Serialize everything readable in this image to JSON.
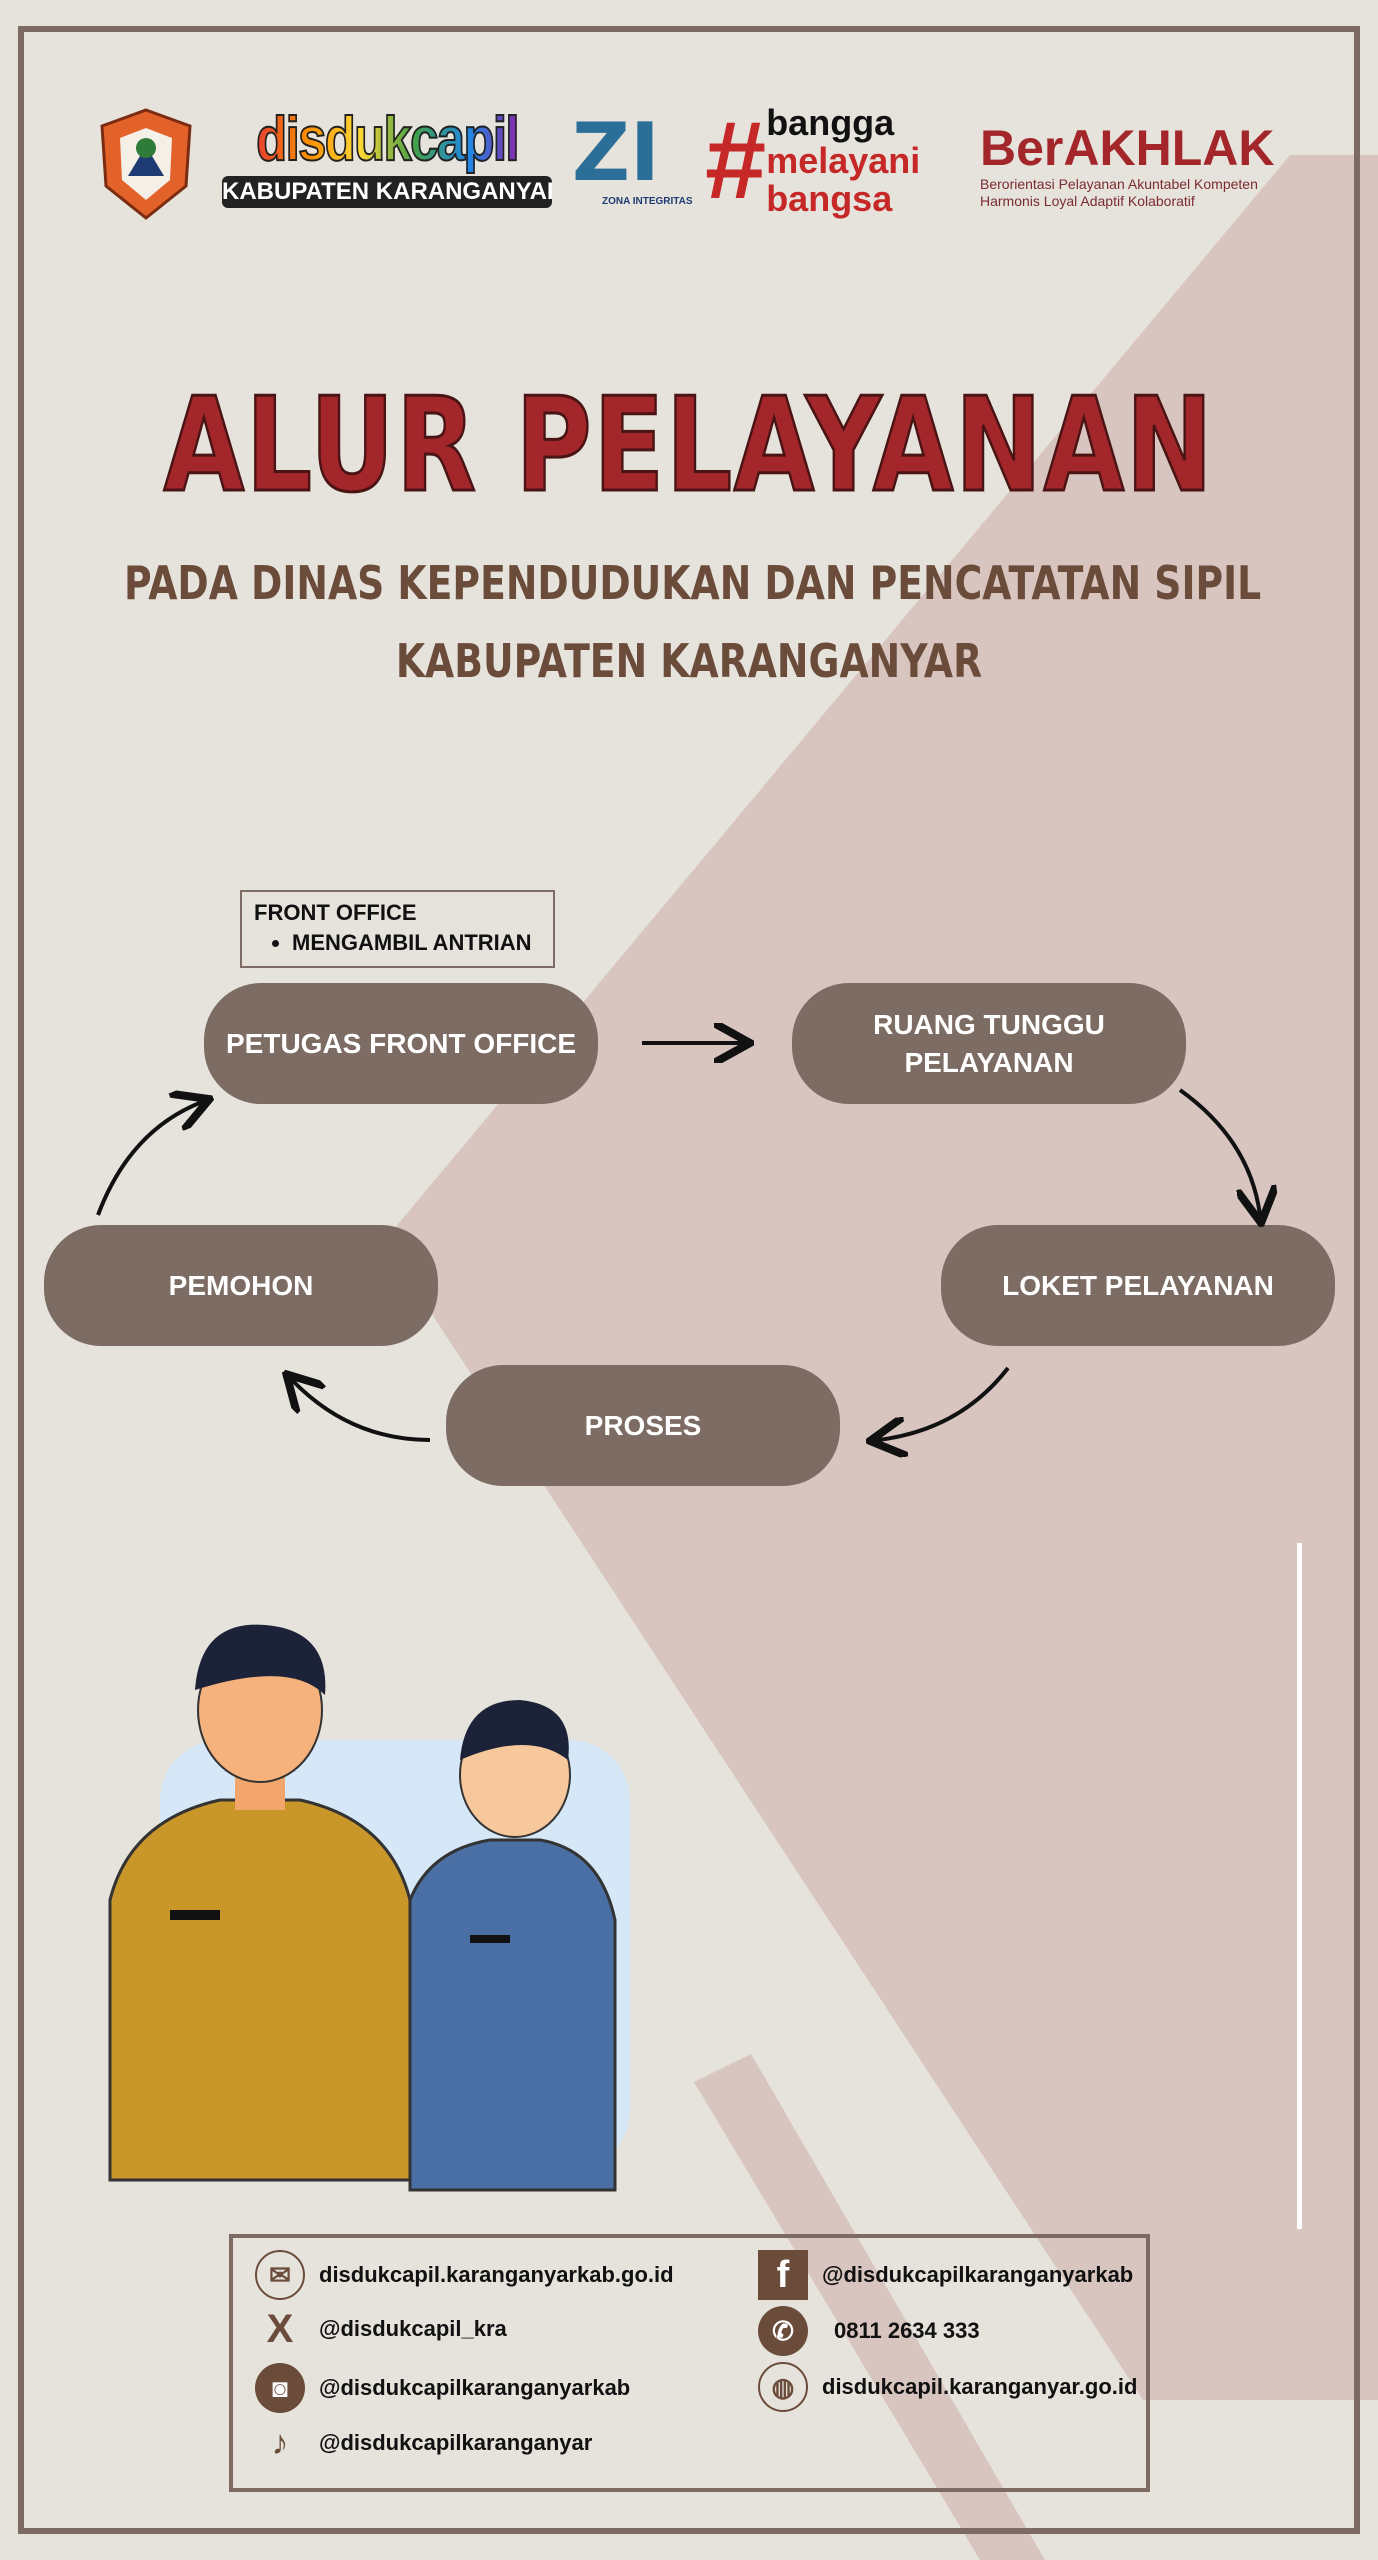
{
  "logos": {
    "disdukcapil": "disdukcapil",
    "disdukcapil_sub": "KABUPATEN KARANGANYAR",
    "zi": "ZI",
    "zi_sub": "ZONA INTEGRITAS",
    "bangga": [
      "bangga",
      "melayani",
      "bangsa"
    ],
    "berakhlak": "BerAKHLAK",
    "berakhlak_sub1": "Berorientasi Pelayanan Akuntabel Kompeten",
    "berakhlak_sub2": "Harmonis Loyal Adaptif Kolaboratif"
  },
  "title": "ALUR PELAYANAN",
  "subtitle": [
    "PADA DINAS KEPENDUDUKAN DAN PENCATATAN SIPIL",
    "KABUPATEN KARANGANYAR"
  ],
  "flow": {
    "note_title": "FRONT OFFICE",
    "note_item": "MENGAMBIL ANTRIAN",
    "steps": {
      "petugas": "PETUGAS FRONT OFFICE",
      "ruang": "RUANG TUNGGU PELAYANAN",
      "loket": "LOKET PELAYANAN",
      "proses": "PROSES",
      "pemohon": "PEMOHON"
    }
  },
  "contacts": {
    "email": "disdukcapil.karanganyarkab.go.id",
    "x": "@disdukcapil_kra",
    "instagram": "@disdukcapilkaranganyarkab",
    "tiktok": "@disdukcapilkaranganyar",
    "facebook": "@disdukcapilkaranganyarkab",
    "whatsapp": "0811 2634 333",
    "web": "disdukcapil.karanganyar.go.id"
  },
  "colors": {
    "accent": "#a3262a",
    "box": "#7d6c63",
    "bg": "#e6e3dc",
    "pink": "#d8c5bf"
  }
}
